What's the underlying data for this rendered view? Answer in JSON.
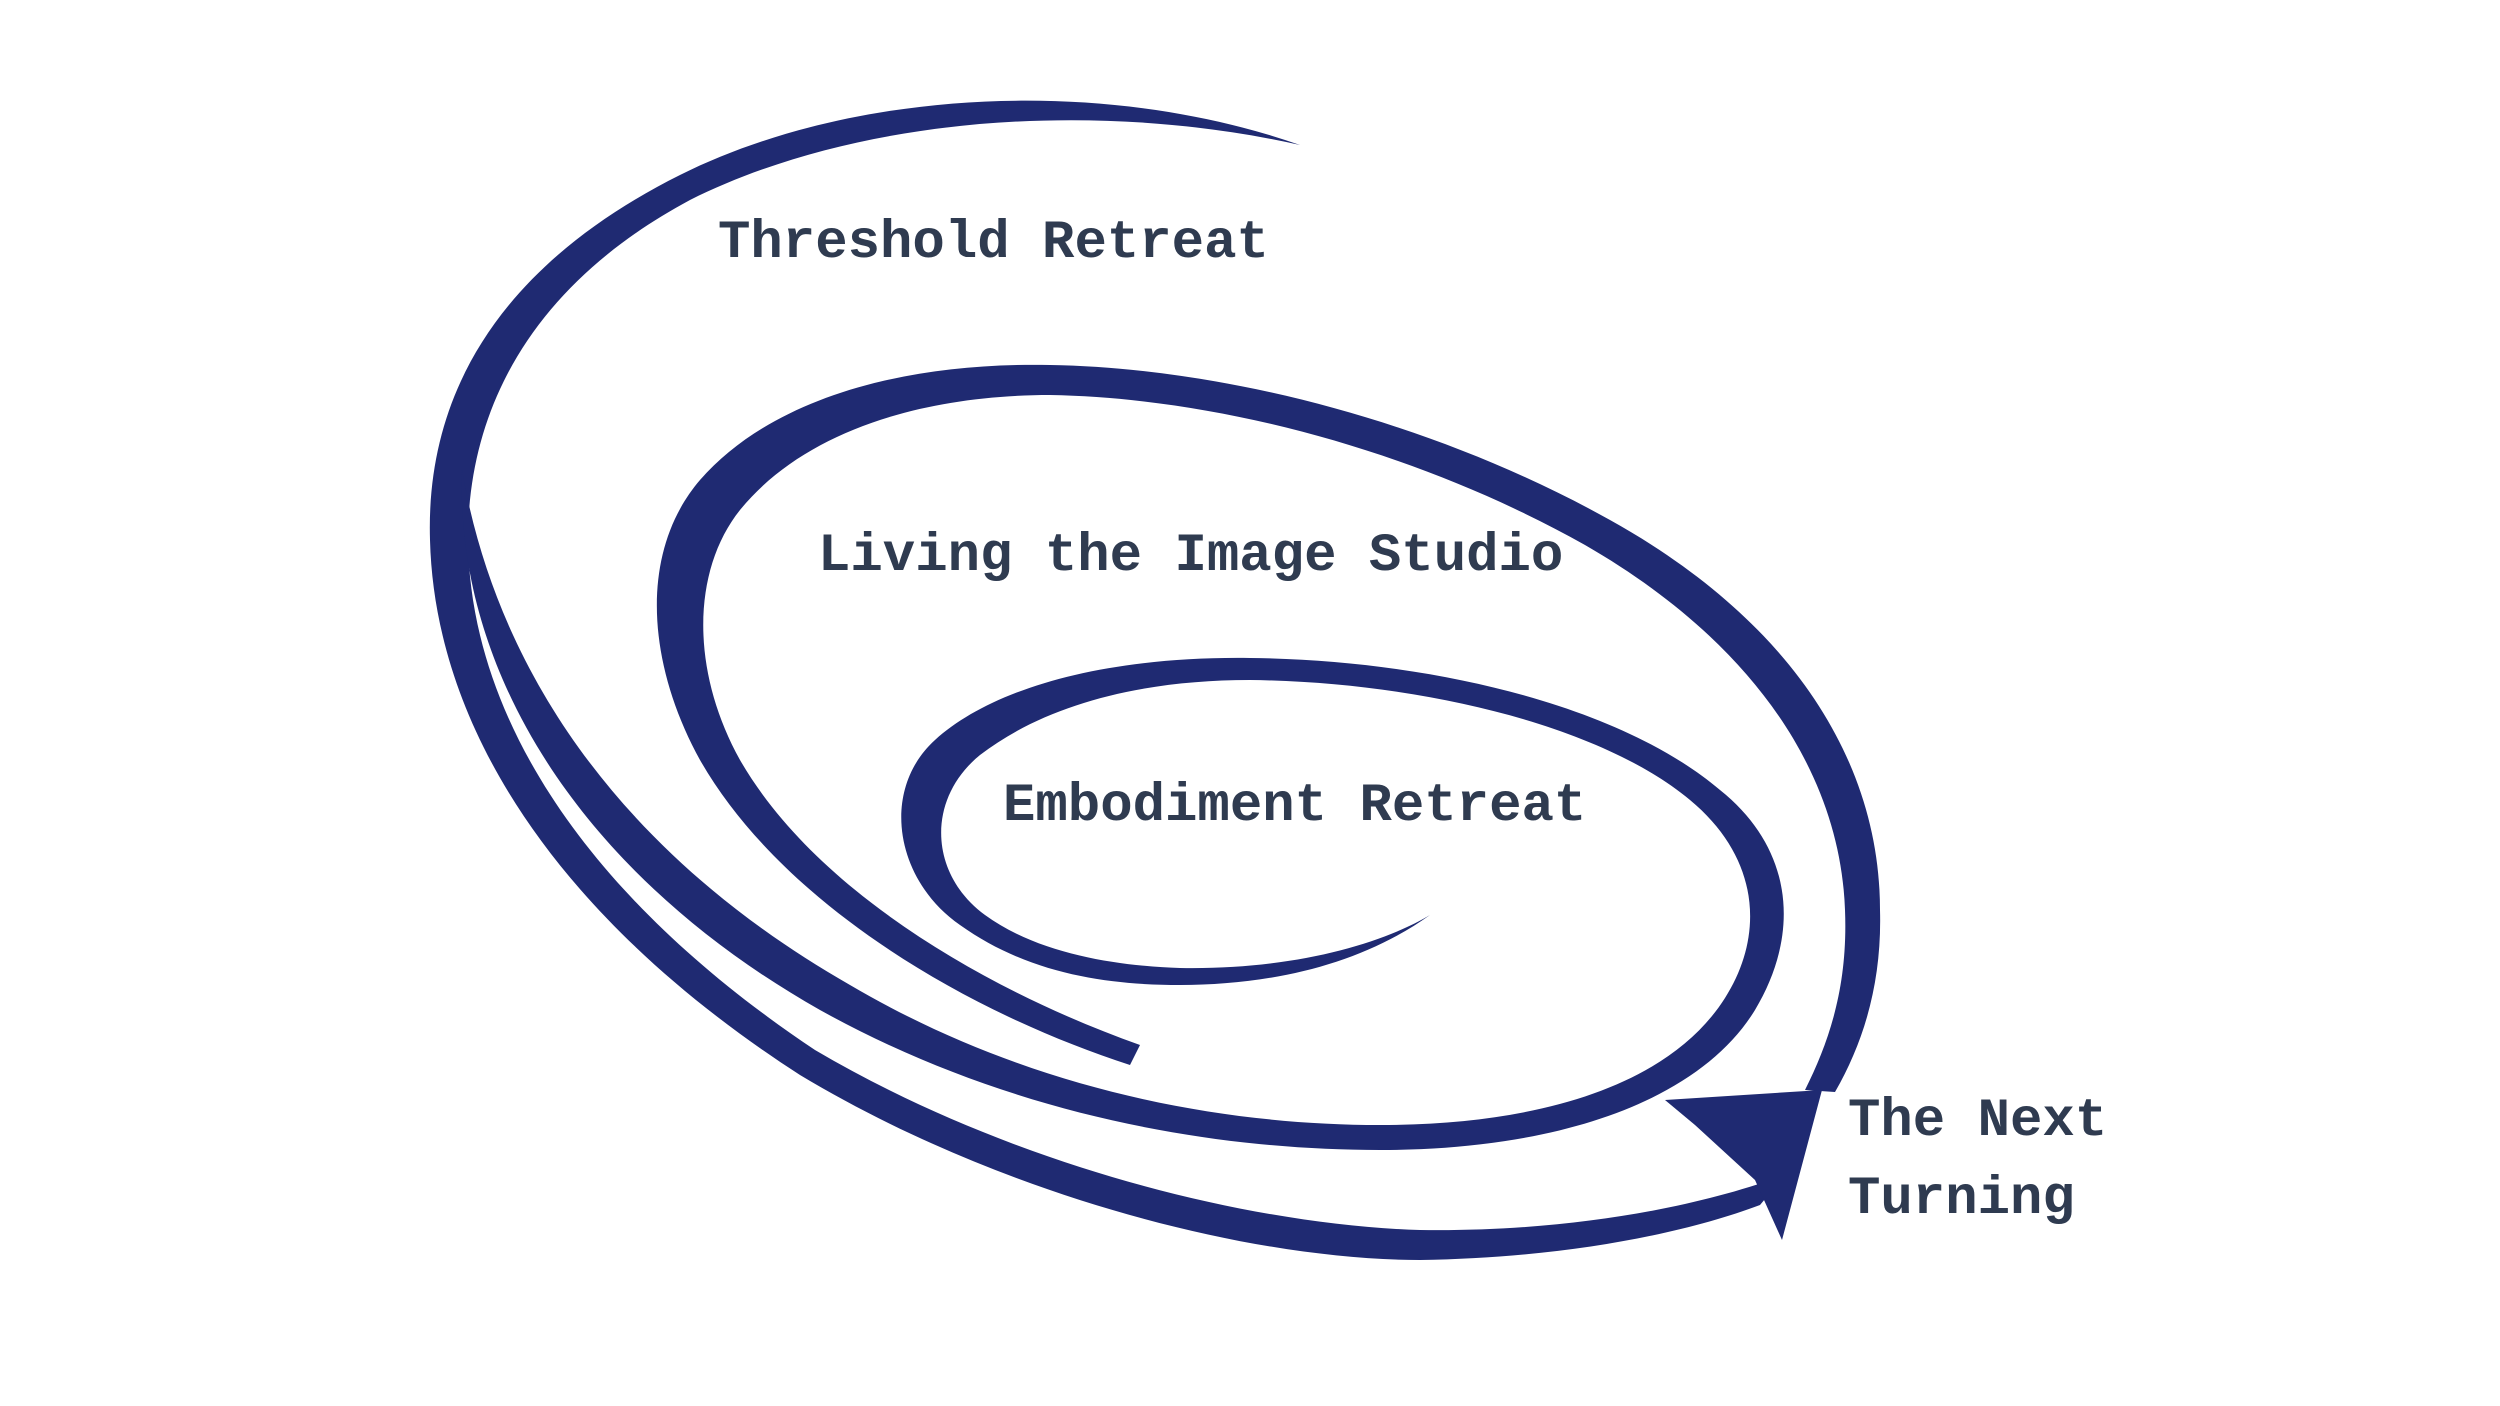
{
  "diagram": {
    "colors": {
      "spiral": "#1f2a72",
      "label_text": "#2f3b50",
      "background": "#ffffff"
    },
    "stages": [
      {
        "label": "Threshold Retreat"
      },
      {
        "label": "Living the Image Studio"
      },
      {
        "label": "Embodiment Retreat"
      }
    ],
    "next": {
      "line1": "The Next",
      "line2": "Turning"
    }
  }
}
